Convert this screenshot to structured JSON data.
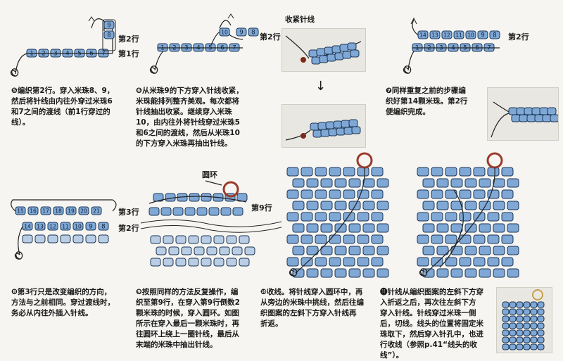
{
  "labels": {
    "row1": "第1行",
    "row2": "第2行",
    "row3": "第3行",
    "row9": "第9行",
    "ring": "圆环",
    "closing_needle": "收紧针线"
  },
  "beads": {
    "p5_row1": [
      "1",
      "2",
      "3",
      "4",
      "5",
      "6",
      "7"
    ],
    "p5_stack": [
      "9",
      "8"
    ],
    "p6_row1": [
      "1",
      "2",
      "3",
      "4",
      "5",
      "6",
      "7"
    ],
    "p6_row2_loop": "10",
    "p6_row2": [
      "9",
      "8"
    ],
    "p7_row1": [
      "1",
      "2",
      "3",
      "4",
      "5",
      "6",
      "7"
    ],
    "p7_row2": [
      "14",
      "13",
      "12",
      "11",
      "10",
      "9",
      "8"
    ],
    "p8_row3": [
      "15",
      "16",
      "17",
      "18",
      "19",
      "20",
      "21"
    ],
    "p8_row2": [
      "14",
      "13",
      "12",
      "11",
      "10",
      "9",
      "8"
    ]
  },
  "steps": {
    "s5": [
      "❺编织第2行。穿入米珠8、9，",
      "然后将针线由内往外穿过米珠6",
      "和7之间的渡线（前1行穿过的",
      "线）。"
    ],
    "s6": [
      "❻从米珠9的下方穿入针线收紧，",
      "米珠能排列整齐美观。每次都将",
      "针线抽出收紧。继续穿入米珠",
      "10，由内往外将针线穿过米珠5",
      "和6之间的渡线，然后从米珠10",
      "的下方穿入米珠再抽出针线。"
    ],
    "s7": [
      "❼同样重复之前的步骤编",
      "织好第14颗米珠。第2行",
      "便编织完成。"
    ],
    "s8": [
      "❽第3行只是改变编织的方向，",
      "方法与之前相同。穿过渡线时，",
      "务必从内往外插入针线。"
    ],
    "s9": [
      "❾按照同样的方法反复操作，编",
      "织至第9行，在穿入第9行倒数2",
      "颗米珠的时候，穿入圆环。如图",
      "所示在穿入最后一颗米珠时，再",
      "往圆环上绕上一圈针线，最后从",
      "末端的米珠中抽出针线。"
    ],
    "s10": [
      "❿收线。将针线穿入圆环中，再",
      "从旁边的米珠中挑线，然后往编",
      "织图案的左斜下方穿入针线再",
      "折返。"
    ],
    "s11": [
      "⓫针线从编织图案的左斜下方穿",
      "入折返之后，再次往左斜下方",
      "穿入针线。针线穿过米珠一侧",
      "后，切线。线头的位置将固定米",
      "珠取下，然后穿入针孔中，也进",
      "行收线（参照p.41“线头的收",
      "线”）。"
    ]
  },
  "colors": {
    "bead_fill": "#7fa8d6",
    "bead_stroke": "#1b3554",
    "ghost_bead": "#b9cde5",
    "ring": "#9b3a2a",
    "thread": "#222222"
  }
}
